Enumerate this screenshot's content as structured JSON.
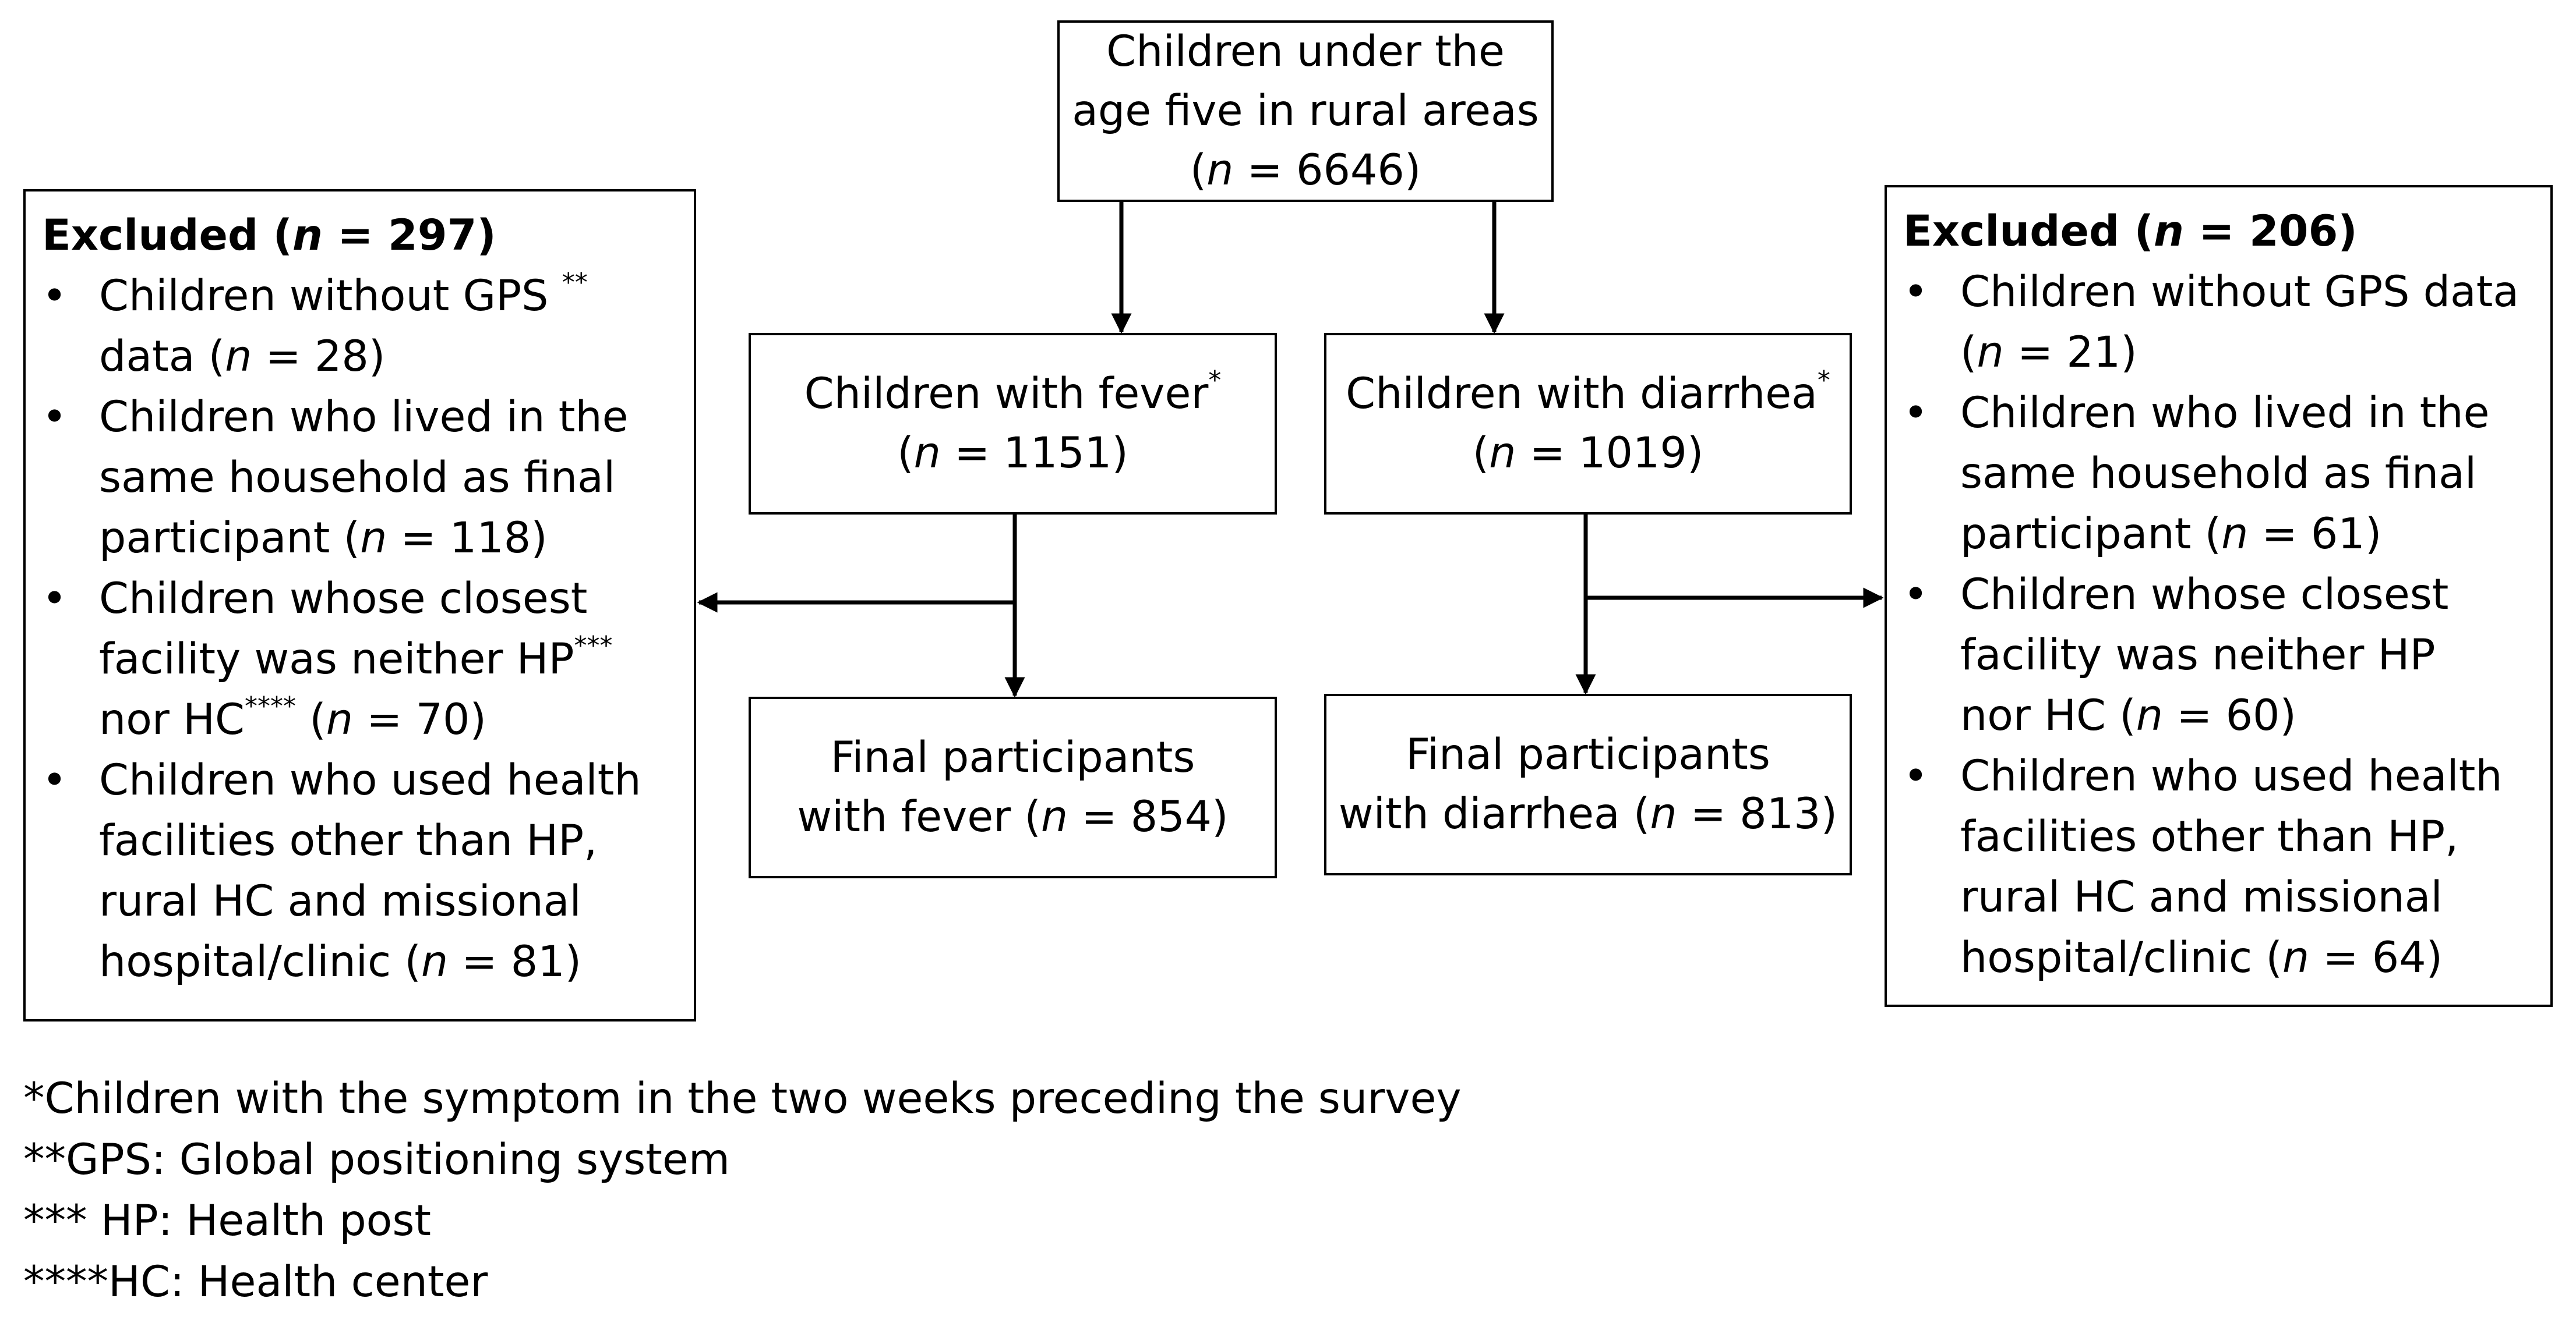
{
  "top": {
    "line1": "Children under the",
    "line2": "age five in rural areas",
    "n": "6646"
  },
  "fever": {
    "label": "Children with fever",
    "sup": "*",
    "n": "1151"
  },
  "diarrhea": {
    "label": "Children with diarrhea",
    "sup": "*",
    "n": "1019"
  },
  "final_fever": {
    "line1": "Final participants",
    "line2": "with fever",
    "n": "854"
  },
  "final_diarrhea": {
    "line1": "Final participants",
    "line2": "with diarrhea",
    "n": "813"
  },
  "excluded_left": {
    "title": "Excluded",
    "n": "297",
    "b1": {
      "l1": "Children without GPS",
      "sup": "**",
      "l2": "data",
      "n": "28"
    },
    "b2": {
      "l1": "Children who lived in the",
      "l2": "same household as final",
      "l3": "participant",
      "n": "118"
    },
    "b3": {
      "l1": "Children whose closest",
      "l2": "facility was neither HP",
      "sup1": "***",
      "l3": "nor HC",
      "sup2": "****",
      "n": "70"
    },
    "b4": {
      "l1": "Children who used health",
      "l2": "facilities other than HP,",
      "l3": "rural HC and missional",
      "l4": "hospital/clinic",
      "n": "81"
    }
  },
  "excluded_right": {
    "title": "Excluded",
    "n": "206",
    "b1": {
      "l1": "Children without GPS data",
      "n": "21"
    },
    "b2": {
      "l1": "Children who lived in the",
      "l2": "same household as final",
      "l3": "participant",
      "n": "61"
    },
    "b3": {
      "l1": "Children whose closest",
      "l2": "facility was neither HP",
      "l3": "nor HC",
      "n": "60"
    },
    "b4": {
      "l1": "Children who used health",
      "l2": "facilities other than HP,",
      "l3": "rural HC and missional",
      "l4": "hospital/clinic",
      "n": "64"
    }
  },
  "footnotes": [
    "*Children with the symptom in the two weeks preceding the survey",
    "**GPS: Global positioning system",
    "*** HP: Health post",
    "****HC: Health center"
  ]
}
